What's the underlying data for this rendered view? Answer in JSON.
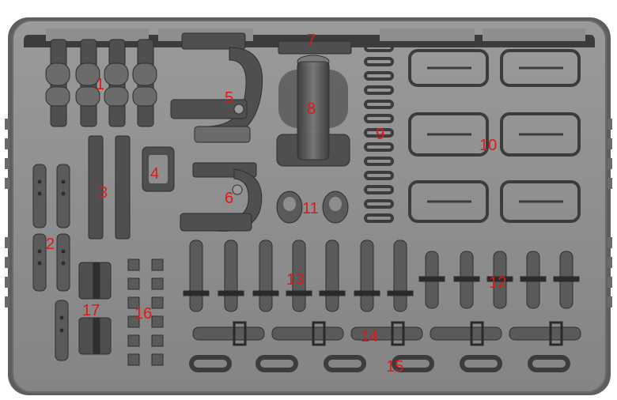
{
  "colors": {
    "frame": "#8e8e8e",
    "frame_edge": "#6a6a6a",
    "part_dark": "#4f4f4f",
    "part_mid": "#6b6b6b",
    "part_light": "#9a9a9a",
    "label": "#e01818"
  },
  "labels": {
    "l1": "1",
    "l2": "2",
    "l3": "3",
    "l4": "4",
    "l5": "5",
    "l6": "6",
    "l7": "7",
    "l8": "8",
    "l9": "9",
    "l10": "10",
    "l11": "11",
    "l12": "12",
    "l13": "13",
    "l14": "14",
    "l15": "15",
    "l16": "16",
    "l17": "17"
  }
}
